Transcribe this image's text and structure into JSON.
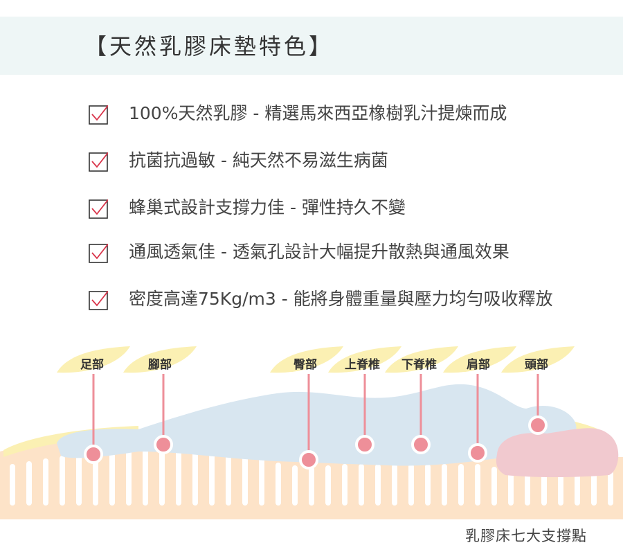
{
  "title": "【天然乳膠床墊特色】",
  "features": [
    "100%天然乳膠 - 精選馬來西亞橡樹乳汁提煉而成",
    "抗菌抗過敏 - 純天然不易滋生病菌",
    "蜂巢式設計支撐力佳 - 彈性持久不變",
    "通風透氣佳 - 透氣孔設計大幅提升散熱與通風效果",
    "密度高達75Kg/m3 - 能將身體重量與壓力均勻吸收釋放"
  ],
  "support_points": [
    "足部",
    "腳部",
    "臀部",
    "上脊椎",
    "下脊椎",
    "肩部",
    "頭部"
  ],
  "caption": "乳膠床七大支撐點",
  "colors": {
    "header_bg": "#eef6f6",
    "check_red": "#d9344a",
    "mattress": "#fde3c8",
    "body": "#d8e6f0",
    "pillow": "#f1c9cf",
    "leaf": "#fbf0b3",
    "marker": "#ee8f99"
  },
  "icons": {
    "checkbox": "checked-box-icon",
    "support_marker": "pin-marker-icon"
  }
}
